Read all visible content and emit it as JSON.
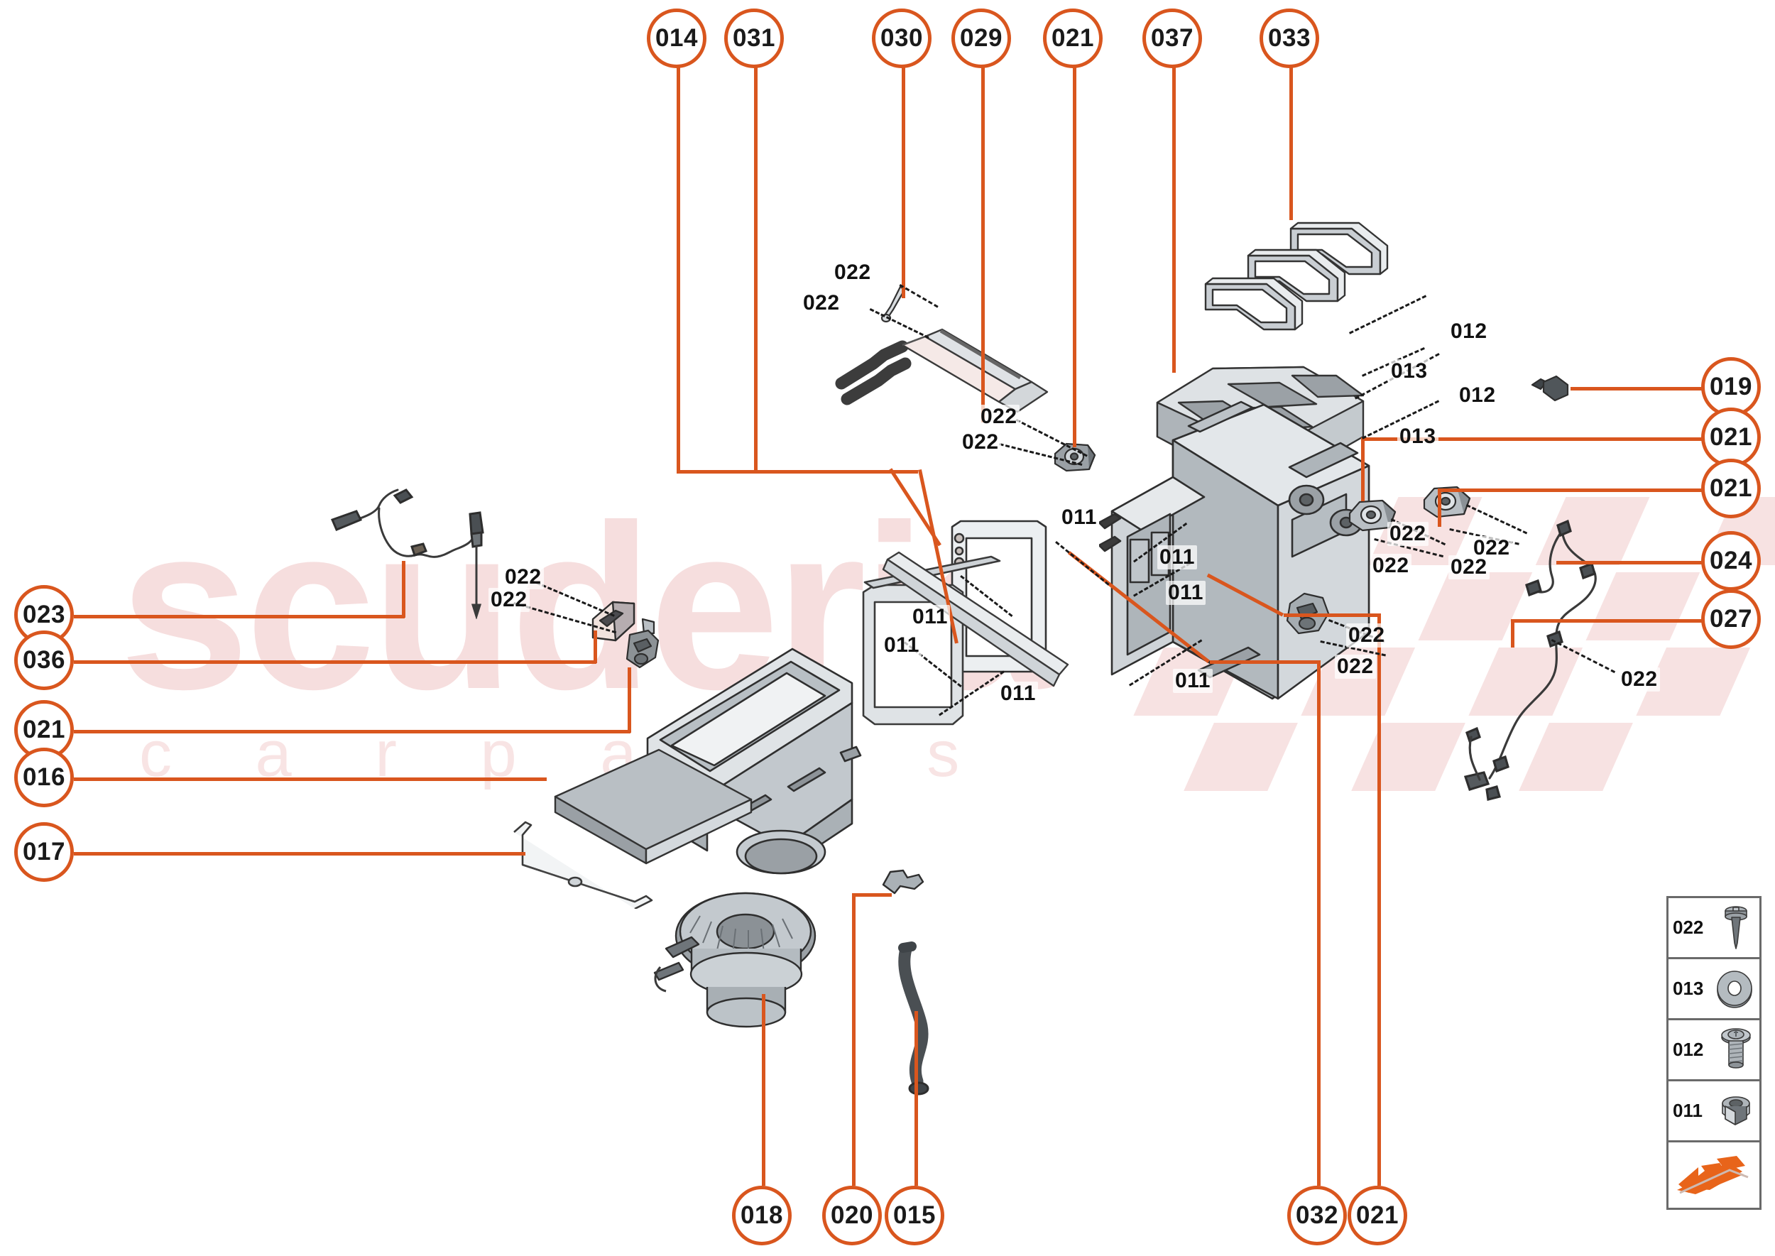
{
  "diagram": {
    "title": "Heating and air conditioning unit exploded parts diagram",
    "accent_color": "#d9561e",
    "line_color": "#1a1a1a",
    "background": "#ffffff"
  },
  "watermark": {
    "main": "scuderia",
    "sub": "c a r   p a r t s",
    "color": "#f6dede"
  },
  "callouts_top": [
    {
      "id": "014",
      "label": "014"
    },
    {
      "id": "031",
      "label": "031"
    },
    {
      "id": "030",
      "label": "030"
    },
    {
      "id": "029",
      "label": "029"
    },
    {
      "id": "021",
      "label": "021"
    },
    {
      "id": "037",
      "label": "037"
    },
    {
      "id": "033",
      "label": "033"
    }
  ],
  "callouts_left": [
    {
      "id": "023",
      "label": "023"
    },
    {
      "id": "036",
      "label": "036"
    },
    {
      "id": "021",
      "label": "021"
    },
    {
      "id": "016",
      "label": "016"
    },
    {
      "id": "017",
      "label": "017"
    }
  ],
  "callouts_right": [
    {
      "id": "019",
      "label": "019"
    },
    {
      "id": "021a",
      "label": "021"
    },
    {
      "id": "021b",
      "label": "021"
    },
    {
      "id": "024",
      "label": "024"
    },
    {
      "id": "027",
      "label": "027"
    }
  ],
  "callouts_bottom": [
    {
      "id": "018",
      "label": "018"
    },
    {
      "id": "020",
      "label": "020"
    },
    {
      "id": "015",
      "label": "015"
    },
    {
      "id": "032",
      "label": "032"
    },
    {
      "id": "021",
      "label": "021"
    }
  ],
  "inline_labels": [
    {
      "id": "l1",
      "label": "022"
    },
    {
      "id": "l2",
      "label": "022"
    },
    {
      "id": "l3",
      "label": "022"
    },
    {
      "id": "l4",
      "label": "022"
    },
    {
      "id": "l5",
      "label": "022"
    },
    {
      "id": "l6",
      "label": "022"
    },
    {
      "id": "l7",
      "label": "011"
    },
    {
      "id": "l8",
      "label": "011"
    },
    {
      "id": "l9",
      "label": "011"
    },
    {
      "id": "l10",
      "label": "011"
    },
    {
      "id": "l11",
      "label": "011"
    },
    {
      "id": "l12",
      "label": "011"
    },
    {
      "id": "l13",
      "label": "011"
    },
    {
      "id": "l14",
      "label": "012"
    },
    {
      "id": "l15",
      "label": "013"
    },
    {
      "id": "l16",
      "label": "012"
    },
    {
      "id": "l17",
      "label": "013"
    },
    {
      "id": "l18",
      "label": "022"
    },
    {
      "id": "l19",
      "label": "022"
    },
    {
      "id": "l20",
      "label": "022"
    },
    {
      "id": "l21",
      "label": "022"
    },
    {
      "id": "l22",
      "label": "022"
    },
    {
      "id": "l23",
      "label": "022"
    },
    {
      "id": "l24",
      "label": "022"
    }
  ],
  "legend": {
    "rows": [
      {
        "code": "022",
        "icon": "self-tapping-screw"
      },
      {
        "code": "013",
        "icon": "flat-washer"
      },
      {
        "code": "012",
        "icon": "flange-bolt"
      },
      {
        "code": "011",
        "icon": "flange-nut"
      }
    ],
    "footer_icon": "orange-arrow-logo"
  }
}
